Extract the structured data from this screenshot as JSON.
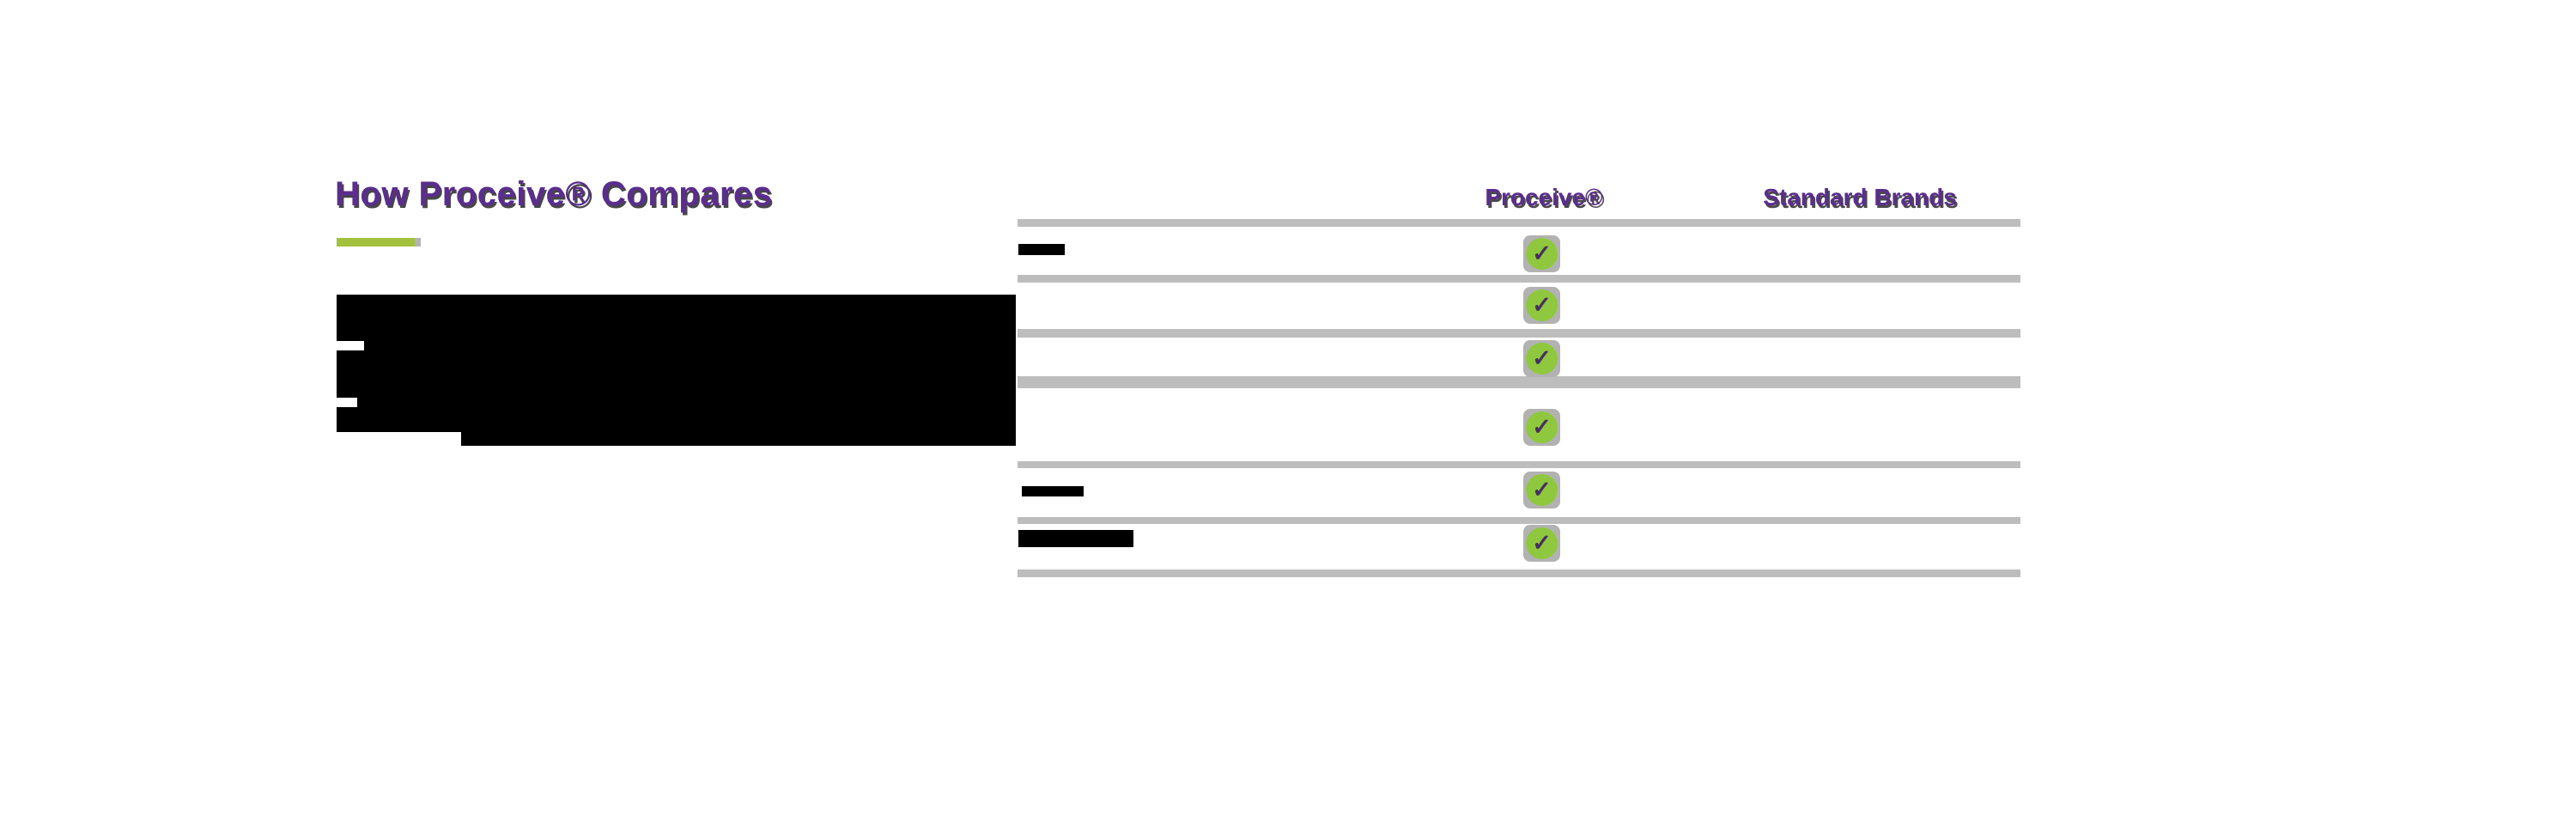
{
  "page": {
    "background": "#ffffff"
  },
  "section": {
    "title": "How Proceive® Compares",
    "title_color": "#5b2d8e",
    "underline_green_color": "#a3c13c",
    "underline_gray_color": "#b3b3b3"
  },
  "intro": {
    "type": "redacted-paragraph",
    "color": "#000000"
  },
  "table": {
    "columns": [
      {
        "label": "Proceive®"
      },
      {
        "label": "Standard Brands"
      }
    ],
    "header_color": "#5b2d8e",
    "divider_color": "#bdbdbd",
    "check_glyph": "✓",
    "check_style": {
      "circle_color": "#8fc83e",
      "glyph_color": "#46305e",
      "badge_color": "#b2b2b2"
    },
    "rows": [
      {
        "feature": "",
        "redacted": true,
        "proceive_included": true,
        "standard_included": false
      },
      {
        "feature": "",
        "redacted": true,
        "proceive_included": true,
        "standard_included": false
      },
      {
        "feature": "",
        "redacted": true,
        "proceive_included": true,
        "standard_included": false
      },
      {
        "feature": "",
        "redacted": true,
        "proceive_included": true,
        "standard_included": false
      },
      {
        "feature": "",
        "redacted": true,
        "proceive_included": true,
        "standard_included": false
      },
      {
        "feature": "",
        "redacted": true,
        "proceive_included": true,
        "standard_included": false
      }
    ]
  }
}
